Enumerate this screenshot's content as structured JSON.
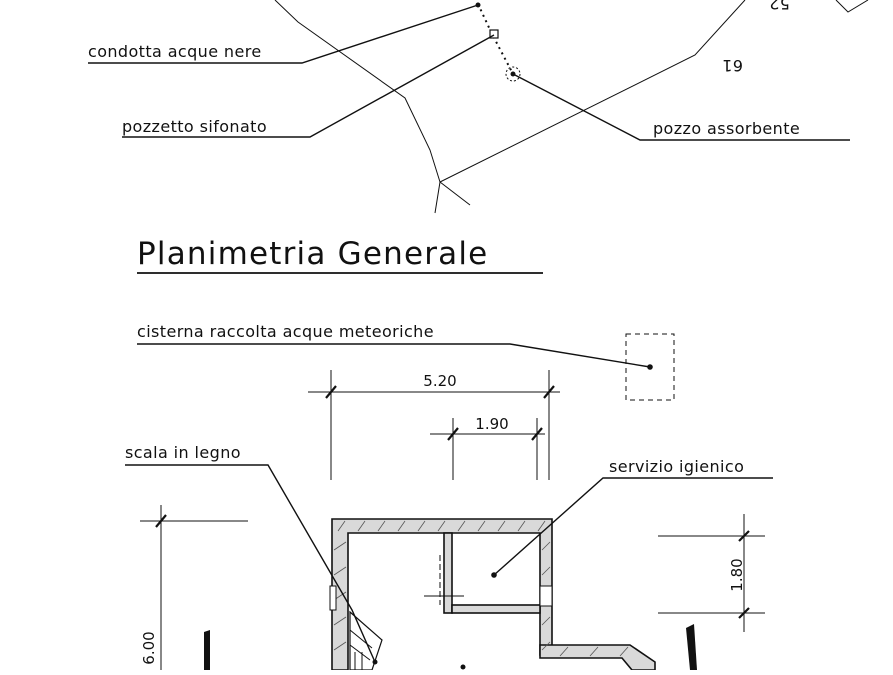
{
  "site_plan": {
    "labels": {
      "sewer_pipe": "condotta acque nere",
      "trap_manhole": "pozzetto sifonato",
      "soakaway_well": "pozzo assorbente",
      "parcel_number": "61",
      "parcel_number_partial": "52"
    }
  },
  "title": "Planimetria Generale",
  "floor_plan": {
    "labels": {
      "rain_tank": "cisterna raccolta acque meteoriche",
      "stair": "scala in legno",
      "bathroom": "servizio igienico"
    },
    "dimensions": {
      "overall_width": "5.20",
      "bathroom_width": "1.90",
      "bathroom_depth": "1.80",
      "overall_depth": "6.00"
    }
  }
}
